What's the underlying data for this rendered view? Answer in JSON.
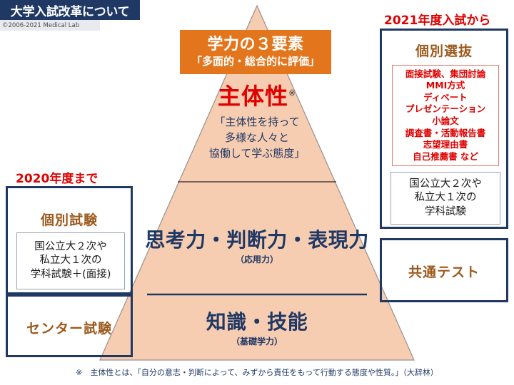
{
  "header": {
    "title": "大学入試改革について",
    "copyright": "©2006-2021 Medical Lab"
  },
  "orange_banner": {
    "line1": "学力の３要素",
    "line2": "「多面的・総合的に評価」"
  },
  "pyramid": {
    "tier_top": {
      "heading": "主体性",
      "heading_mark": "※",
      "sub_lines": [
        "「主体性を持って",
        "多様な人々と",
        "協働して学ぶ態度」"
      ]
    },
    "tier_middle": {
      "heading": "思考力・判断力・表現力",
      "sub": "（応用力）"
    },
    "tier_bottom": {
      "heading": "知識・技能",
      "sub": "（基礎学力）"
    }
  },
  "left_column": {
    "era_label": "2020年度まで",
    "panel_individual_exam": {
      "title": "個別試験",
      "detail_lines": [
        "国公立大２次や",
        "私立大１次の",
        "学科試験＋(面接)"
      ]
    },
    "panel_center_exam": {
      "title": "センター試験"
    }
  },
  "right_column": {
    "era_label": "2021年度入試から",
    "panel_individual_selection": {
      "title": "個別選抜",
      "method_lines": [
        "面接試験、集団討論",
        "MMI方式",
        "ディベート",
        "プレゼンテーション",
        "小論文",
        "調査書・活動報告書",
        "志望理由書",
        "自己推薦書 など"
      ],
      "academic_lines": [
        "国公立大２次や",
        "私立大１次の",
        "学科試験"
      ]
    },
    "panel_common_test": {
      "title": "共通テスト"
    }
  },
  "footnote": {
    "text": "※　主体性とは、「自分の意志・判断によって、みずから責任をもって行動する態度や性質。」（大辞林）"
  },
  "colors": {
    "navy": "#1f3864",
    "orange_banner": "#e3761d",
    "pyramid_fill": "#f7cdb2",
    "red_accent": "#e00000",
    "brown_title": "#9c5b1e"
  }
}
